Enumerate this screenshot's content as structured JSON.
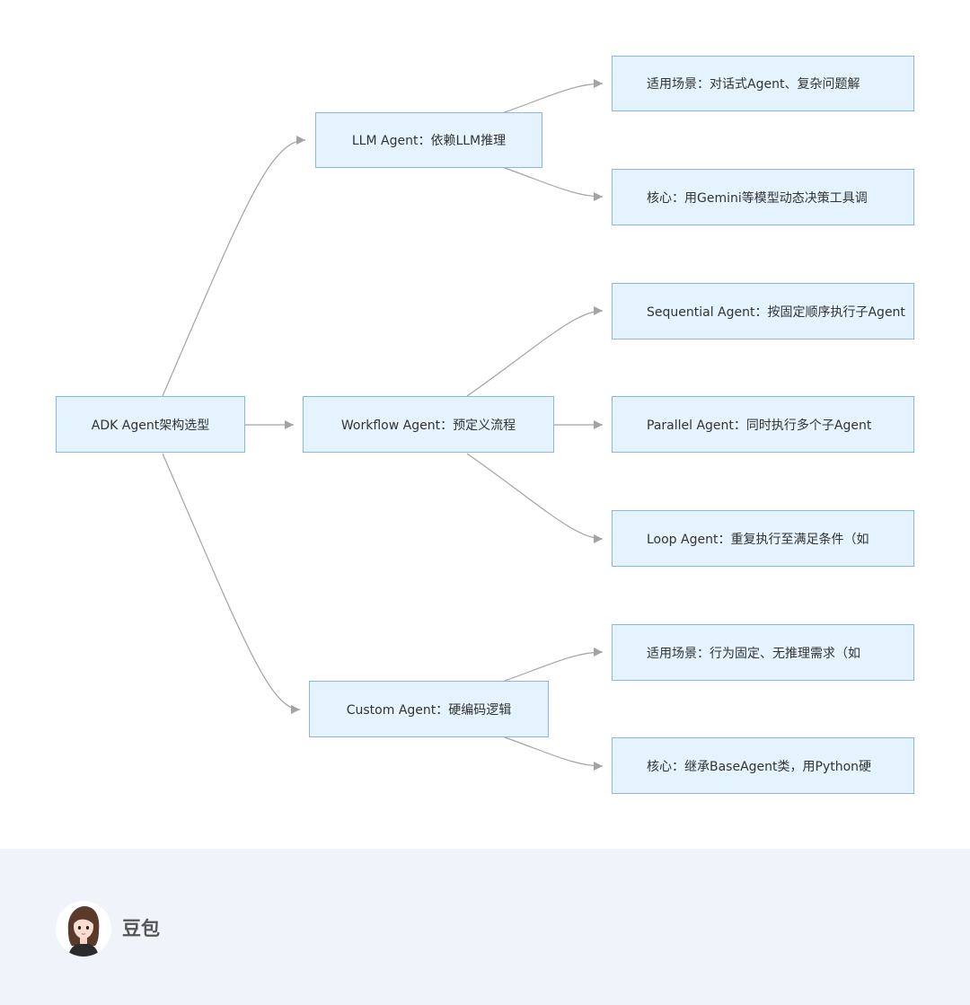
{
  "diagram": {
    "root": "ADK Agent架构选型",
    "types": {
      "llm": "LLM Agent：依赖LLM推理",
      "workflow": "Workflow Agent：预定义流程",
      "custom": "Custom Agent：硬编码逻辑"
    },
    "details": {
      "llm_scenario": "适用场景：对话式Agent、复杂问题解",
      "llm_core": "核心：用Gemini等模型动态决策工具调",
      "sequential": "Sequential Agent：按固定顺序执行子Agent",
      "parallel": "Parallel Agent：同时执行多个子Agent",
      "loop": "Loop Agent：重复执行至满足条件（如",
      "custom_scenario": "适用场景：行为固定、无推理需求（如",
      "custom_core": "核心：继承BaseAgent类，用Python硬"
    }
  },
  "footer": {
    "brand": "豆包",
    "avatar_icon": "doubao-avatar-icon"
  },
  "colors": {
    "node_fill": "#e4f3fd",
    "node_border": "#8ab4ef",
    "edge": "#a3a3a3",
    "footer_bg": "#f0f3fa"
  }
}
